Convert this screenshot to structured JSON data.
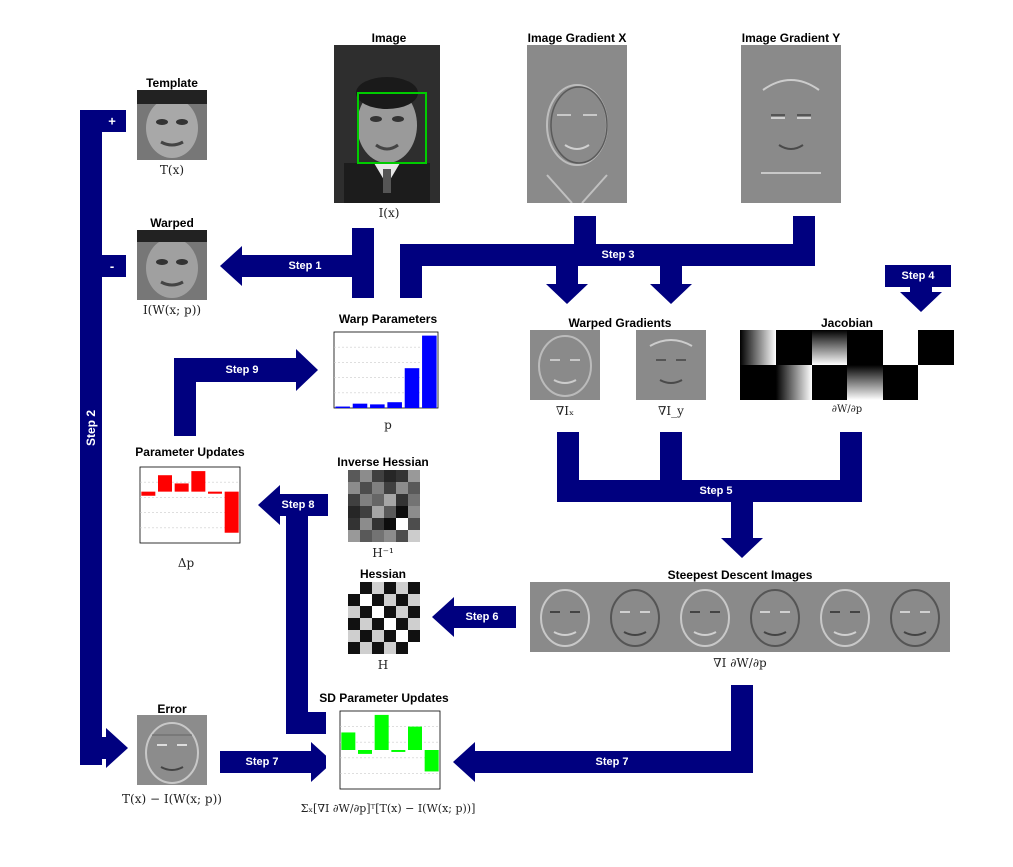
{
  "titles": {
    "image": "Image",
    "grad_x": "Image Gradient X",
    "grad_y": "Image Gradient Y",
    "template": "Template",
    "warped": "Warped",
    "warp_params": "Warp Parameters",
    "warped_gradients": "Warped Gradients",
    "jacobian": "Jacobian",
    "param_updates": "Parameter Updates",
    "inverse_hessian": "Inverse Hessian",
    "hessian": "Hessian",
    "steepest_descent": "Steepest Descent Images",
    "error": "Error",
    "sd_param_updates": "SD Parameter Updates"
  },
  "math_labels": {
    "image": "I(x)",
    "template": "T(x)",
    "warped": "I(W(x; p))",
    "warp_params": "p",
    "grad_wx": "∇Iₓ",
    "grad_wy": "∇I_y",
    "jacobian": "∂W/∂p",
    "param_updates": "Δp",
    "inverse_hessian": "H⁻¹",
    "hessian": "H",
    "steepest_descent": "∇I ∂W/∂p",
    "error": "T(x) − I(W(x; p))",
    "sd_param_updates": "Σₓ[∇I ∂W/∂p]ᵀ[T(x) − I(W(x; p))]"
  },
  "steps": {
    "step1": "Step 1",
    "step2": "Step 2",
    "step3": "Step 3",
    "step4": "Step 4",
    "step5": "Step 5",
    "step6": "Step 6",
    "step7a": "Step 7",
    "step7b": "Step 7",
    "step8": "Step 8",
    "step9": "Step 9"
  },
  "signs": {
    "plus": "+",
    "minus": "-"
  },
  "colors": {
    "arrow": "#00007f",
    "warp_params_bars": "#0000ff",
    "param_updates_bars": "#ff0000",
    "sd_updates_bars": "#00ff00",
    "face_box": "#00cc00"
  },
  "charts": {
    "warp_params": {
      "type": "bar",
      "values": [
        0.02,
        0.06,
        0.05,
        0.08,
        0.55,
        1.0
      ],
      "ylim": [
        0,
        1.05
      ]
    },
    "param_updates": {
      "type": "bar",
      "values": [
        -0.02,
        0.08,
        0.04,
        0.1,
        -0.01,
        -0.2
      ],
      "ylim": [
        -0.25,
        0.12
      ]
    },
    "sd_param_updates": {
      "type": "bar",
      "values": [
        0.45,
        -0.1,
        0.9,
        -0.05,
        0.6,
        -0.55
      ],
      "ylim": [
        -1.0,
        1.0
      ]
    }
  },
  "icons": {
    "face": "grayscale-face-photo",
    "gradient": "gradient-image",
    "jacobian": "jacobian-image",
    "hessian": "checkerboard-matrix",
    "inverse_hessian": "gray-matrix"
  }
}
